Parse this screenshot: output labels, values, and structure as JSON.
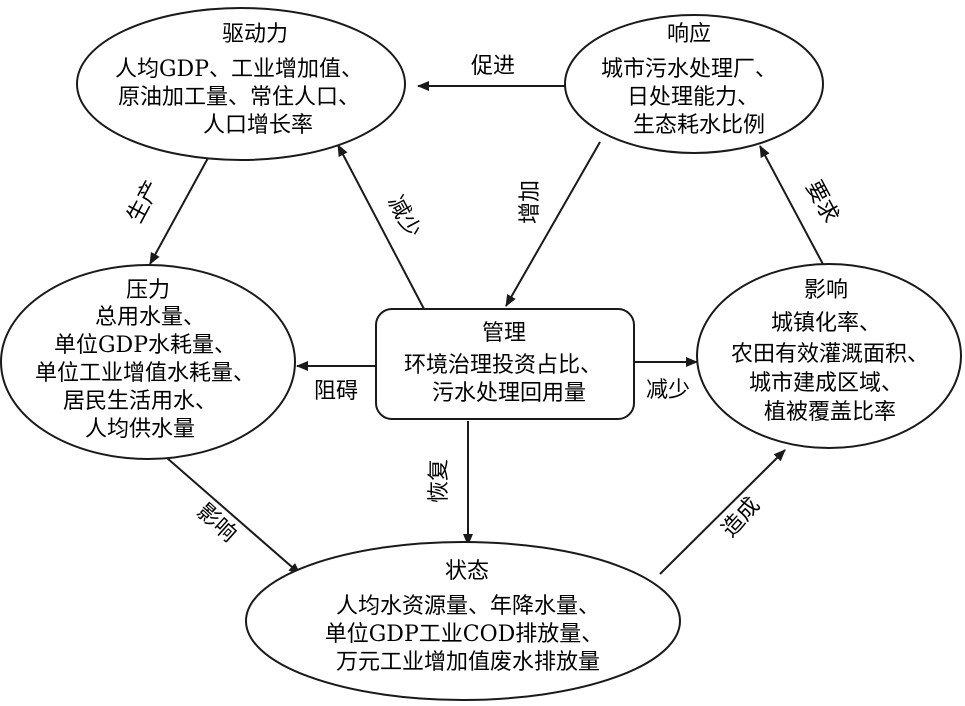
{
  "nodes": {
    "driver": {
      "title": "驱动力",
      "lines": [
        "人均GDP、工业增加值、",
        "原油加工量、常住人口、",
        "人口增长率"
      ]
    },
    "response": {
      "title": "响应",
      "lines": [
        "城市污水处理厂、",
        "日处理能力、",
        "生态耗水比例"
      ]
    },
    "pressure": {
      "title": "压力",
      "lines": [
        "总用水量、",
        "单位GDP水耗量、",
        "单位工业增值水耗量、",
        "居民生活用水、",
        "人均供水量"
      ]
    },
    "management": {
      "title": "管理",
      "lines": [
        "环境治理投资占比、",
        "污水处理回用量"
      ]
    },
    "impact": {
      "title": "影响",
      "lines": [
        "城镇化率、",
        "农田有效灌溉面积、",
        "城市建成区域、",
        "植被覆盖比率"
      ]
    },
    "state": {
      "title": "状态",
      "lines": [
        "人均水资源量、年降水量、",
        "单位GDP工业COD排放量、",
        "万元工业增加值废水排放量"
      ]
    }
  },
  "edges": {
    "promote": "促进",
    "increase": "增加",
    "reduce_driver": "减少",
    "require": "要求",
    "produce": "生产",
    "hinder": "阻碍",
    "reduce_impact": "减少",
    "restore": "恢复",
    "affect": "影响",
    "cause": "造成"
  }
}
